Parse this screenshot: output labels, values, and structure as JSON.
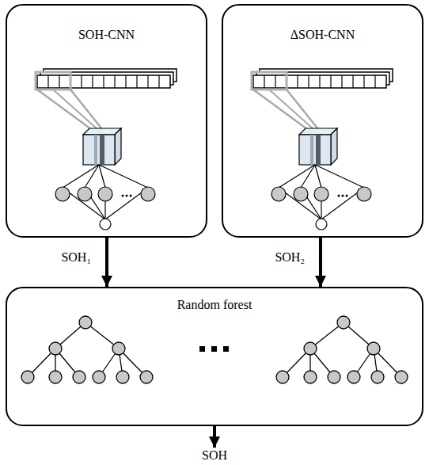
{
  "diagram": {
    "nodes": [
      {
        "text": [
          "SOH-CNN"
        ]
      },
      {
        "text": [
          "ΔSOH-CNN"
        ]
      },
      {
        "text": [
          "Random forest"
        ]
      },
      {
        "text": [
          "SOH"
        ]
      }
    ],
    "edges": [
      {
        "from": 0,
        "to": 2,
        "arrow": "to",
        "label": "SOH₁"
      },
      {
        "from": 1,
        "to": 2,
        "arrow": "to",
        "label": "SOH₂"
      },
      {
        "from": 2,
        "to": 3,
        "arrow": "to"
      }
    ]
  }
}
